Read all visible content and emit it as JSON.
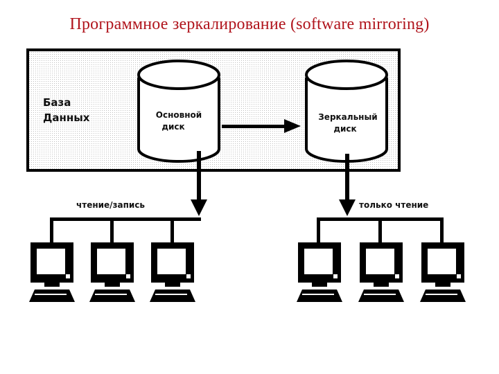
{
  "title": "Программное зеркалирование (software mirroring)",
  "database": {
    "label_line1": "База",
    "label_line2": "Данных"
  },
  "primary_disk": {
    "label_line1": "Основной",
    "label_line2": "диск"
  },
  "mirror_disk": {
    "label_line1": "Зеркальный",
    "label_line2": "диск"
  },
  "left_group": {
    "label": "чтение/запись",
    "computers": 3
  },
  "right_group": {
    "label": "только чтение",
    "computers": 3
  },
  "colors": {
    "title": "#b0141c",
    "line": "#000000",
    "dots": "#bdbdbd"
  }
}
